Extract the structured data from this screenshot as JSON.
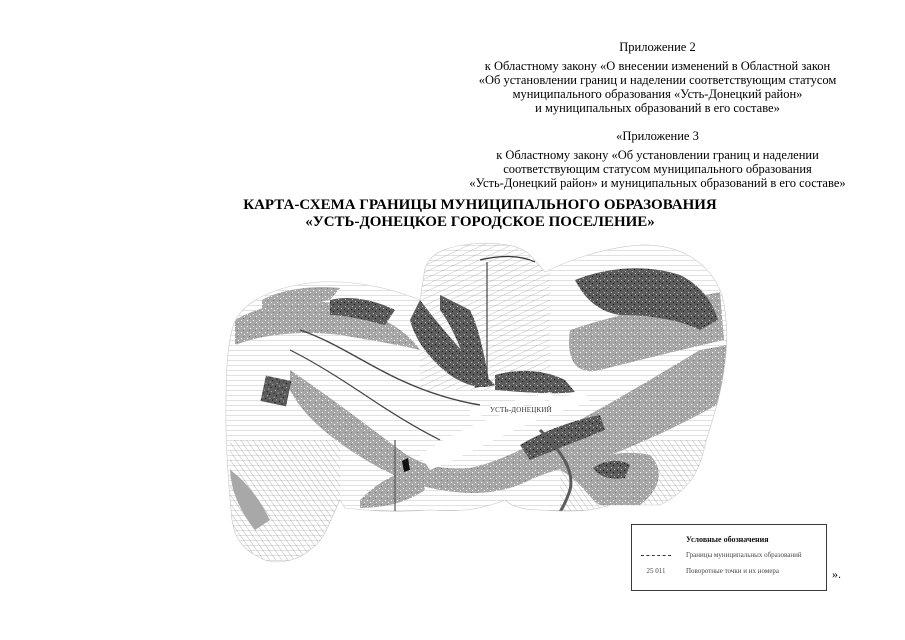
{
  "appendix2": {
    "title": "Приложение 2",
    "lines": [
      "к Областному закону «О внесении изменений в Областной закон",
      "«Об установлении границ и наделении соответствующим статусом",
      "муниципального образования «Усть-Донецкий район»",
      "и муниципальных образований в его составе»"
    ]
  },
  "appendix3": {
    "title": "«Приложение 3",
    "lines": [
      "к Областному закону «Об установлении границ и наделении",
      "соответствующим статусом муниципального образования",
      "«Усть-Донецкий район» и муниципальных образований в его составе»"
    ]
  },
  "map_title": {
    "line1": "КАРТА-СХЕМА ГРАНИЦЫ МУНИЦИПАЛЬНОГО ОБРАЗОВАНИЯ",
    "line2": "«УСТЬ-ДОНЕЦКОЕ ГОРОДСКОЕ ПОСЕЛЕНИЕ»"
  },
  "map": {
    "town_label": "УСТЬ-ДОНЕЦКИЙ",
    "colors": {
      "light_gray": "#a8a8a8",
      "dark_gray": "#5c5c5c",
      "line": "#8a8a8a",
      "black": "#1a1a1a"
    }
  },
  "legend": {
    "title": "Условные обозначения",
    "items": [
      {
        "symbol": "line",
        "label": "Границы муниципальных образований"
      },
      {
        "symbol": "25 011",
        "label": "Поворотные точки и их номера"
      }
    ]
  },
  "closing_mark": "»."
}
